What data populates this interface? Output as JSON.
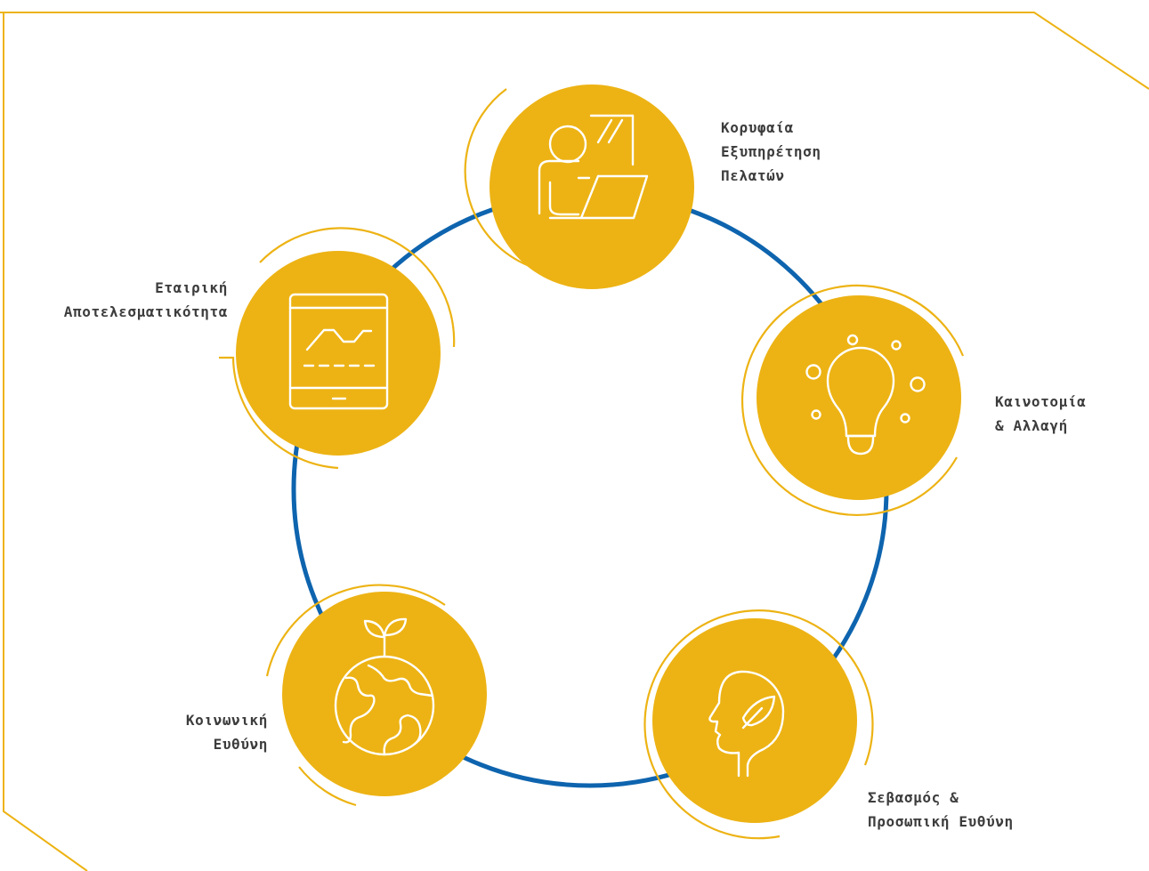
{
  "colors": {
    "frame": "#EDB314",
    "ring": "#0E64AE",
    "node_fill": "#EDB314",
    "node_outline": "#EDB314",
    "icon_stroke": "#FFFFFF",
    "label_text": "#3D3D3D"
  },
  "nodes": [
    {
      "id": "customer-service",
      "icon": "person-laptop-icon",
      "label_lines": [
        "Κορυφαία",
        "Εξυπηρέτηση",
        "Πελατών"
      ]
    },
    {
      "id": "innovation",
      "icon": "lightbulb-icon",
      "label_lines": [
        "Καινοτομία",
        "& Αλλαγή"
      ]
    },
    {
      "id": "respect",
      "icon": "head-leaf-icon",
      "label_lines": [
        "Σεβασμός &",
        "Προσωπική Ευθύνη"
      ]
    },
    {
      "id": "social-responsibility",
      "icon": "globe-sprout-icon",
      "label_lines": [
        "Κοινωνική",
        "Ευθύνη"
      ]
    },
    {
      "id": "corporate-efficiency",
      "icon": "tablet-chart-icon",
      "label_lines": [
        "Εταιρική",
        "Αποτελεσματικότητα"
      ]
    }
  ]
}
